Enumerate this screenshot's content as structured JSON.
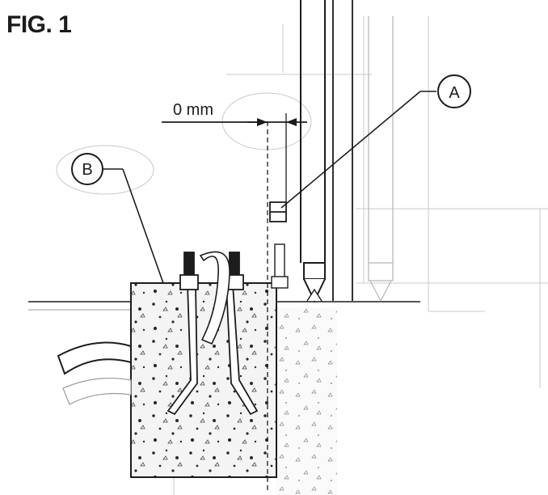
{
  "figure": {
    "title": "FIG. 1",
    "dimension_label": "0 mm",
    "callouts": [
      {
        "id": "callout-a",
        "label": "A"
      },
      {
        "id": "callout-b",
        "label": "B"
      }
    ]
  },
  "colors": {
    "line": "#1c1c1c",
    "faint_line": "#b5b5b5",
    "concrete_fill": "#f4f4f4",
    "bolt_thread": "#1c1c1c"
  }
}
